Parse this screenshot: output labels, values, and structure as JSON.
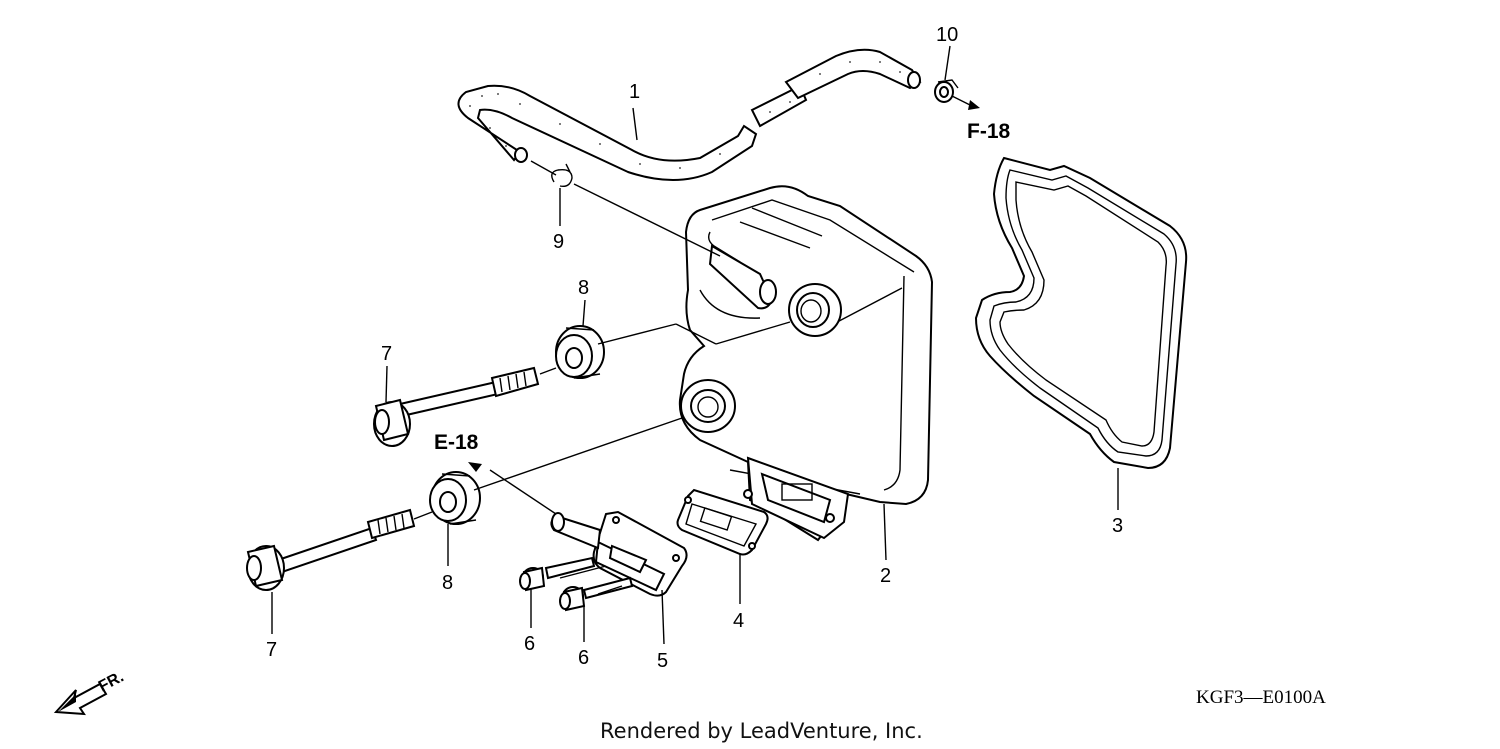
{
  "callouts": {
    "c1": "1",
    "c2": "2",
    "c3": "3",
    "c4": "4",
    "c5": "5",
    "c6a": "6",
    "c6b": "6",
    "c7a": "7",
    "c7b": "7",
    "c8a": "8",
    "c8b": "8",
    "c9": "9",
    "c10": "10"
  },
  "references": {
    "f18": "F-18",
    "e18": "E-18"
  },
  "front_label": "FR.",
  "diagram_code": "KGF3—E0100A",
  "credit": "Rendered by LeadVenture, Inc."
}
